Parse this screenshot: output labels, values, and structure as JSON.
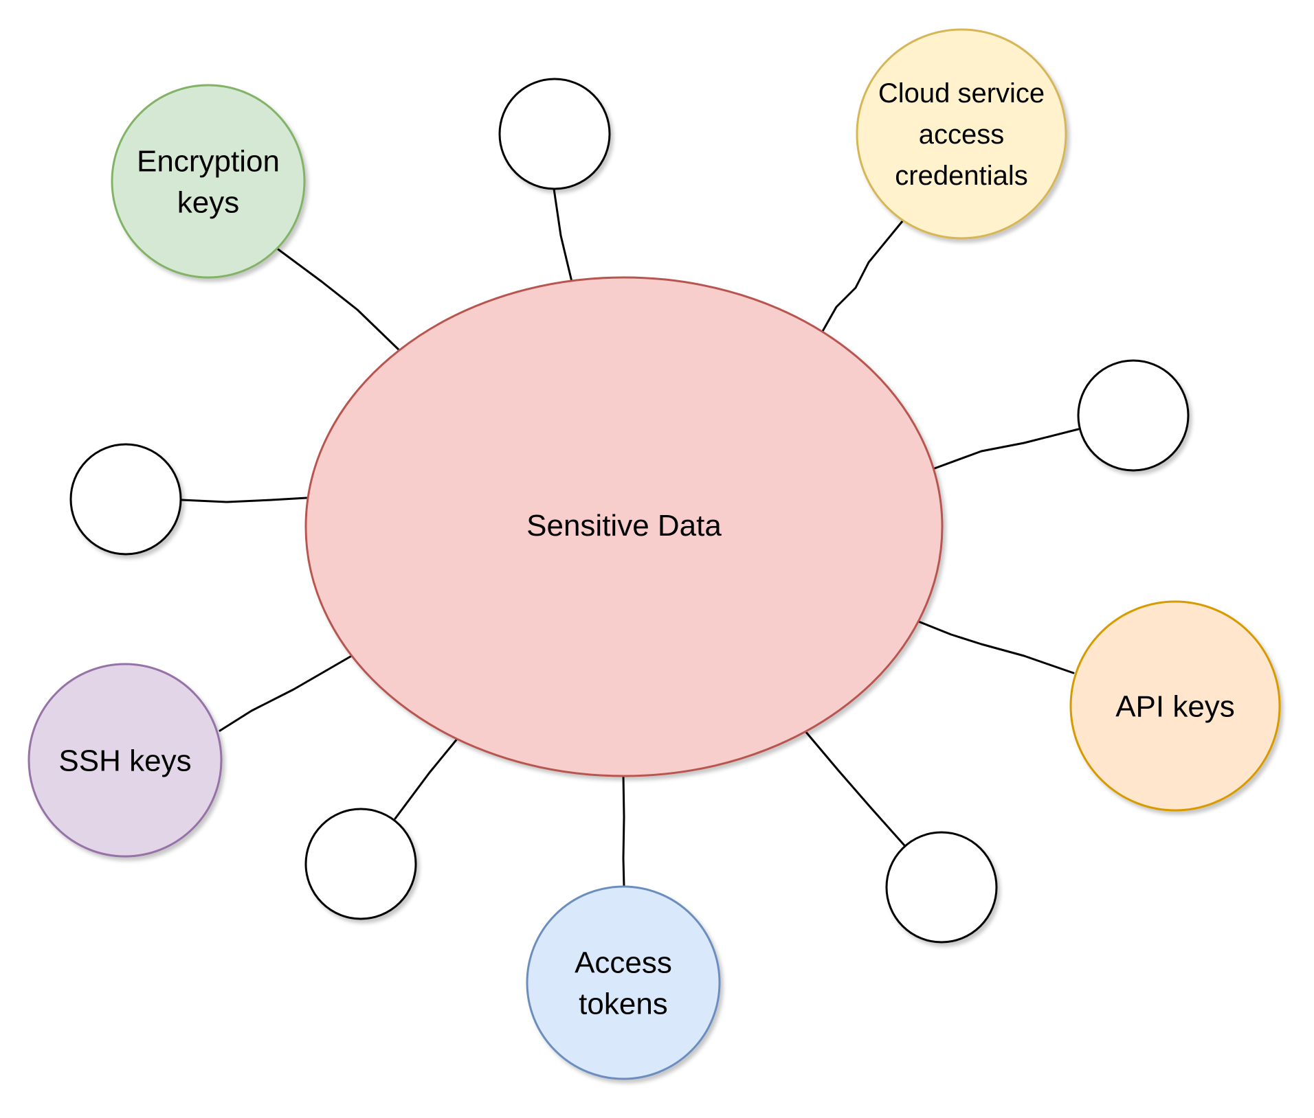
{
  "center": {
    "label": "Sensitive Data",
    "fill": "#f8cecc",
    "stroke": "#b85450"
  },
  "nodes": [
    {
      "id": "encryption-keys",
      "lines": [
        "Encryption",
        "keys"
      ],
      "fill": "#d5e8d4",
      "stroke": "#82b366"
    },
    {
      "id": "top-empty",
      "lines": [],
      "fill": "#ffffff",
      "stroke": "#000000"
    },
    {
      "id": "cloud-credentials",
      "lines": [
        "Cloud service",
        "access",
        "credentials"
      ],
      "fill": "#fff2cc",
      "stroke": "#d6b656"
    },
    {
      "id": "right-empty",
      "lines": [],
      "fill": "#ffffff",
      "stroke": "#000000"
    },
    {
      "id": "left-empty",
      "lines": [],
      "fill": "#ffffff",
      "stroke": "#000000"
    },
    {
      "id": "api-keys",
      "lines": [
        "API keys"
      ],
      "fill": "#ffe6cc",
      "stroke": "#d79b00"
    },
    {
      "id": "ssh-keys",
      "lines": [
        "SSH keys"
      ],
      "fill": "#e1d5e7",
      "stroke": "#9673a6"
    },
    {
      "id": "bottom-left-empty",
      "lines": [],
      "fill": "#ffffff",
      "stroke": "#000000"
    },
    {
      "id": "bottom-right-empty",
      "lines": [],
      "fill": "#ffffff",
      "stroke": "#000000"
    },
    {
      "id": "access-tokens",
      "lines": [
        "Access",
        "tokens"
      ],
      "fill": "#dae8fc",
      "stroke": "#6c8ebf"
    }
  ]
}
